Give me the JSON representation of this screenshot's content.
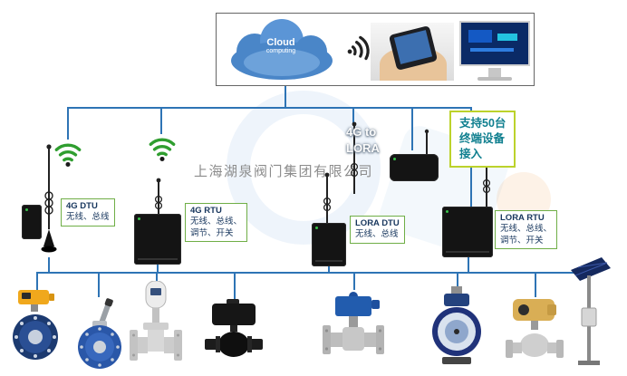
{
  "company_watermark": "上海湖泉阀门集团有限公司",
  "cloud": {
    "line1": "Cloud",
    "line2": "computing"
  },
  "gateway": {
    "line1": "4G to",
    "line2": "LORA"
  },
  "callout": {
    "line1": "支持50台",
    "line2": "终端设备",
    "line3": "接入"
  },
  "devices": [
    {
      "name": "4G DTU",
      "desc1": "无线、总线",
      "desc2": ""
    },
    {
      "name": "4G RTU",
      "desc1": "无线、总线、",
      "desc2": "调节、开关"
    },
    {
      "name": "LORA DTU",
      "desc1": "无线、总线",
      "desc2": ""
    },
    {
      "name": "LORA RTU",
      "desc1": "无线、总线、",
      "desc2": "调节、开关"
    }
  ],
  "icons": [
    "cloud-computing-icon",
    "wifi-signal-icon",
    "phone-in-hand-image",
    "computer-monitor-image",
    "antenna-icon",
    "solar-panel-icon"
  ],
  "colors": {
    "connector": "#2e74b5",
    "label_border": "#6fae46",
    "label_text": "#17365d",
    "callout_border": "#bcd22b",
    "callout_text": "#0f7f8f",
    "wifi_green": "#2f9e2f",
    "cloud_blue": "#4a86c8"
  }
}
